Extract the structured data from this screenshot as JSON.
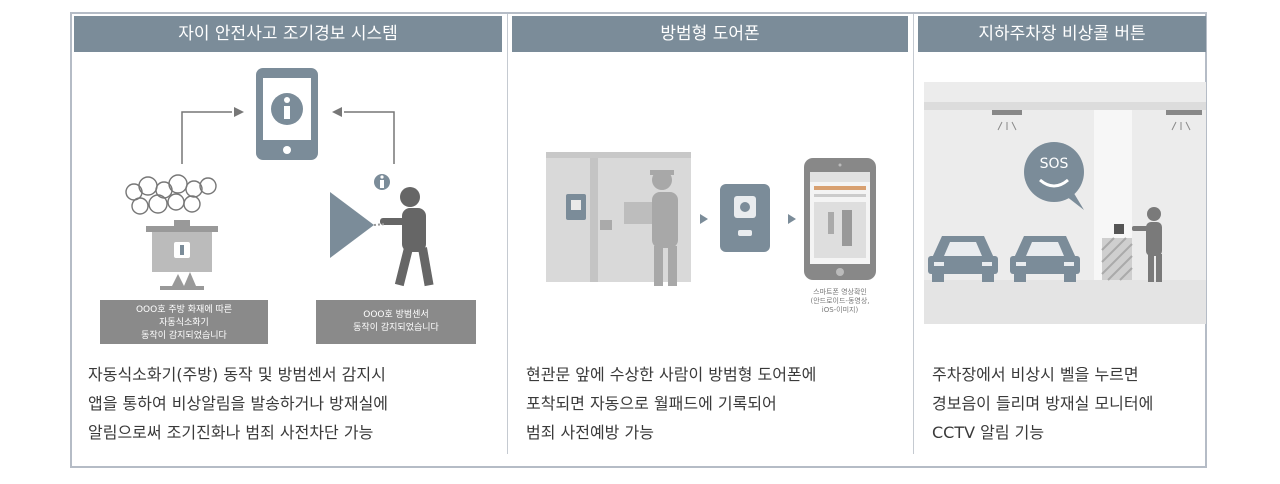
{
  "panels": [
    {
      "title": "자이 안전사고 조기경보 시스템",
      "captions": [
        [
          "OOO호 주방 화재에 따른",
          "자동식소화기",
          "동작이 감지되었습니다"
        ],
        [
          "OOO호 방범센서",
          "동작이 감지되었습니다"
        ]
      ],
      "desc": [
        "자동식소화기(주방) 동작 및 방범센서 감지시",
        "앱을 통하여 비상알림을 발송하거나 방재실에",
        "알림으로써 조기진화나 범죄 사전차단 가능"
      ]
    },
    {
      "title": "방범형 도어폰",
      "phone_note": [
        "스마트폰 영상확인",
        "(안드로이드-동영상,",
        "iOS-이미지)"
      ],
      "desc": [
        "현관문 앞에 수상한 사람이 방범형 도어폰에",
        "포착되면 자동으로 월패드에 기록되어",
        "범죄 사전예방 가능"
      ]
    },
    {
      "title": "지하주차장 비상콜 버튼",
      "sos_label": "SOS",
      "desc": [
        "주차장에서 비상시 벨을 누르면",
        "경보음이 들리며 방재실 모니터에",
        "CCTV 알림 기능"
      ]
    }
  ],
  "colors": {
    "header": "#7b8c99",
    "icon": "#7b8c99",
    "caption": "#8a8a8a",
    "silhouette": "#a8a8a8"
  }
}
